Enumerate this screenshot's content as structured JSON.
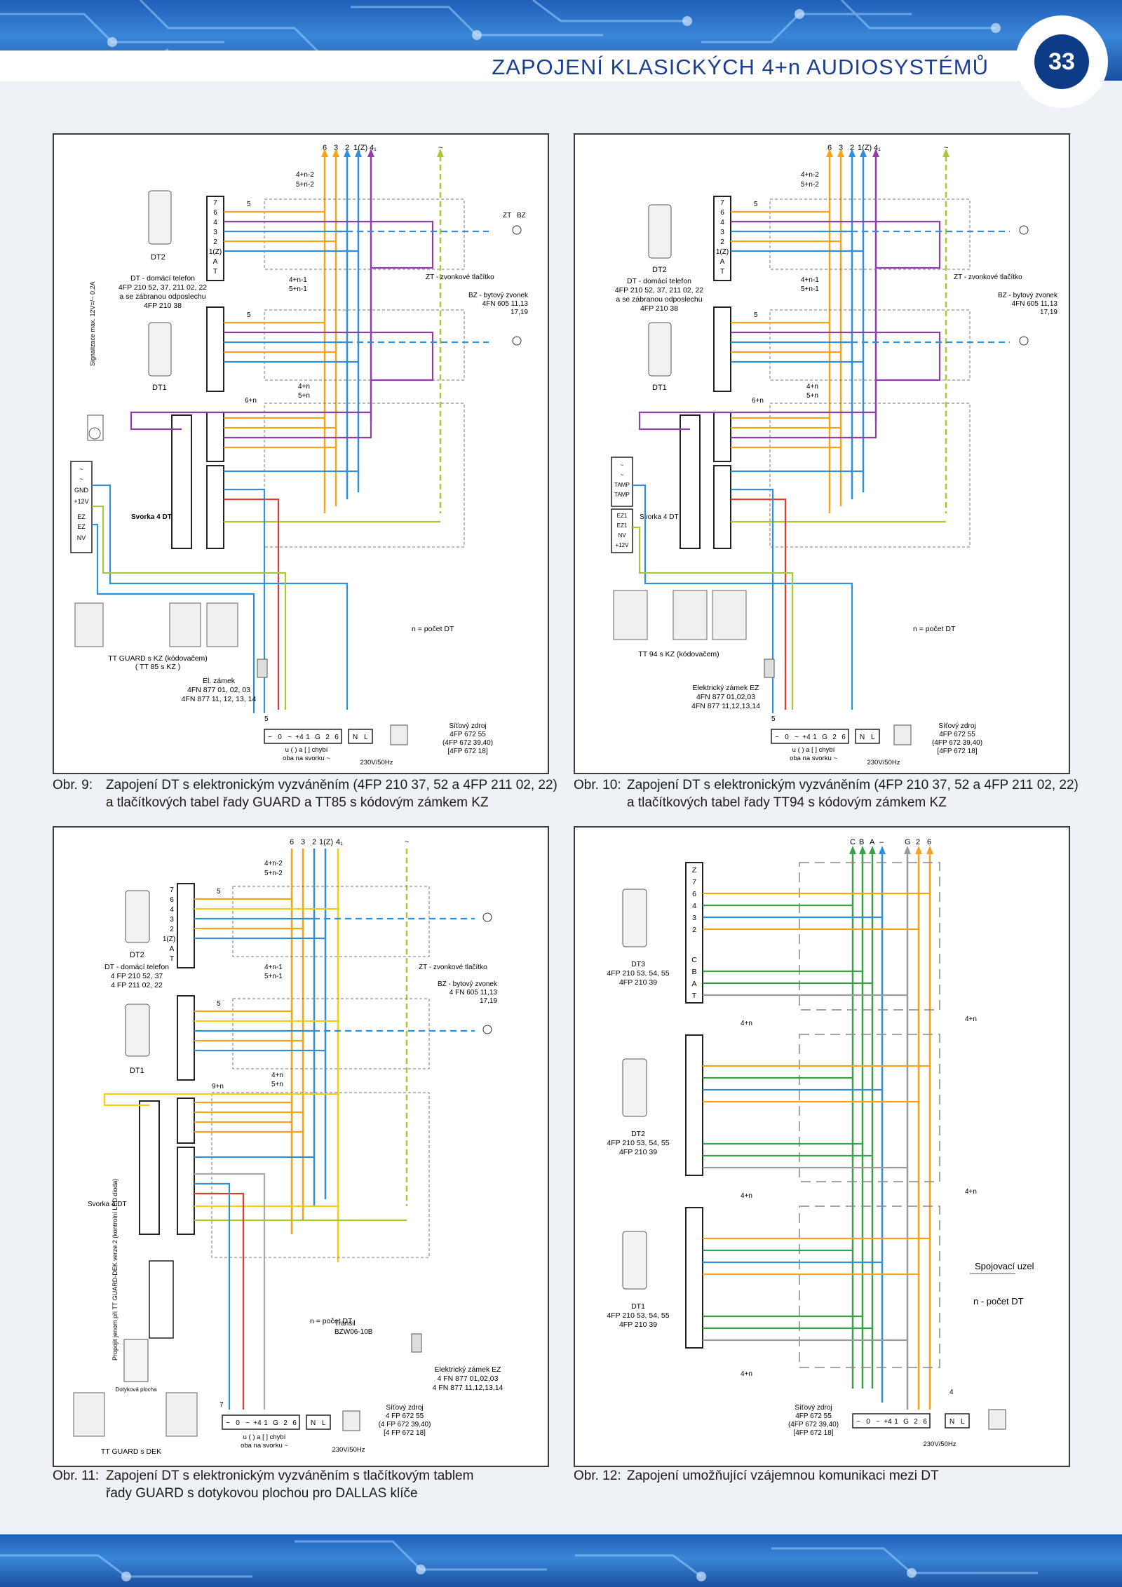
{
  "header": {
    "title": "ZAPOJENÍ KLASICKÝCH 4+n AUDIOSYSTÉMŮ",
    "page_number": "33"
  },
  "colors": {
    "blue_band": "#2f73c9",
    "title_blue": "#1d3f8f",
    "orange": "#f7a21b",
    "blue": "#2f8fd8",
    "purple": "#8e3ea8",
    "yellow": "#f2cf12",
    "lime": "#a8c933",
    "green": "#3aa048",
    "red": "#e03a2f",
    "gray": "#9a9a9a"
  },
  "figures": [
    {
      "caption_num": "Obr. 9:",
      "caption_line1": "Zapojení DT s elektronickým vyzváněním (4FP 210 37, 52 a 4FP 211 02, 22)",
      "caption_line2": "a tlačítkových tabel řady GUARD a TT85 s kódovým zámkem KZ",
      "top_terms": [
        "6",
        "3",
        "2",
        "1(Z)",
        "4₁",
        "~"
      ],
      "dt2_label": "DT2",
      "dt1_label": "DT1",
      "dt_desc": [
        "DT - domácí telefon",
        "4FP 210 52, 37, 211 02, 22",
        "a se zábranou odposlechu",
        "4FP 210 38"
      ],
      "terminal_labels": [
        "7",
        "6",
        "4",
        "3",
        "2",
        "1(Z)",
        "A",
        "T"
      ],
      "zt_label": "ZT - zvonkové tlačítko",
      "bz_label": "BZ - bytový zvonek",
      "bz_code": "4FN 605 11,13",
      "bz_code2": "17,19",
      "signal_label": "Signalizace max. 12V=/~ 0,2A",
      "svorka_label": "Svorka 4 DT",
      "left_terms": [
        "~",
        "~",
        "GND",
        "+12V",
        "EZ",
        "EZ",
        "NV"
      ],
      "kz_label": "TT GUARD s KZ (kódovačem)",
      "kz_label2": "( TT 85 s KZ )",
      "lock_label": [
        "El. zámek",
        "4FN 877 01, 02, 03",
        "4FN 877 11, 12, 13, 14"
      ],
      "n_label": "n = počet DT",
      "psu_label": [
        "Síťový zdroj",
        "4FP 672 55",
        "(4FP 672 39,40)",
        "[4FP 672 18]"
      ],
      "psu_terms": [
        "~",
        "0",
        "~",
        "+4",
        "1",
        "G",
        "2",
        "6"
      ],
      "psu_note": [
        "u ( ) a [ ] chybí",
        "oba na svorku ~"
      ],
      "mains": "230V/50Hz",
      "row_labels": [
        "4+n-2",
        "5+n-2",
        "4+n-1",
        "5+n-1",
        "4+n",
        "5+n",
        "6+n",
        "5",
        "5",
        "5"
      ]
    },
    {
      "caption_num": "Obr. 10:",
      "caption_line1": "Zapojení DT s elektronickým vyzváněním (4FP 210 37, 52 a 4FP 211 02, 22)",
      "caption_line2": "a tlačítkových tabel řady TT94 s kódovým zámkem KZ",
      "top_terms": [
        "6",
        "3",
        "2",
        "1(Z)",
        "4₁",
        "~"
      ],
      "dt2_label": "DT2",
      "dt1_label": "DT1",
      "dt_desc": [
        "DT - domácí telefon",
        "4FP 210 52, 37, 211 02, 22",
        "a se zábranou odposlechu",
        "4FP 210 38"
      ],
      "terminal_labels": [
        "7",
        "6",
        "4",
        "3",
        "2",
        "1(Z)",
        "A",
        "T"
      ],
      "zt_label": "ZT - zvonkové tlačítko",
      "bz_label": "BZ - bytový zvonek",
      "bz_code": "4FN 605 11,13",
      "bz_code2": "17,19",
      "svorka_label": "Svorka 4 DT",
      "left_terms": [
        "~",
        "~",
        "TAMP",
        "TAMP",
        "EZ1",
        "EZ1",
        "NV",
        "+12V"
      ],
      "kz_label": "TT 94 s KZ (kódovačem)",
      "lock_label": [
        "Elektrický zámek EZ",
        "4FN 877 01,02,03",
        "4FN 877 11,12,13,14"
      ],
      "n_label": "n = počet DT",
      "psu_label": [
        "Síťový zdroj",
        "4FP 672 55",
        "(4FP 672 39,40)",
        "[4FP 672 18]"
      ],
      "psu_terms": [
        "~",
        "0",
        "~",
        "+4",
        "1",
        "G",
        "2",
        "6"
      ],
      "psu_note": [
        "u ( ) a [ ] chybí",
        "oba na svorku ~"
      ],
      "mains": "230V/50Hz",
      "row_labels": [
        "4+n-2",
        "5+n-2",
        "4+n-1",
        "5+n-1",
        "4+n",
        "5+n",
        "6+n",
        "5",
        "5",
        "5"
      ]
    },
    {
      "caption_num": "Obr. 11:",
      "caption_line1": "Zapojení DT s elektronickým vyzváněním s tlačítkovým tablem",
      "caption_line2": "řady GUARD s dotykovou plochou pro DALLAS klíče",
      "top_terms": [
        "6",
        "3",
        "2",
        "1(Z)",
        "4₁",
        "~"
      ],
      "dt2_label": "DT2",
      "dt1_label": "DT1",
      "dt_desc": [
        "DT - domácí telefon",
        "4 FP 210 52, 37",
        "4 FP 211 02, 22"
      ],
      "terminal_labels": [
        "7",
        "6",
        "4",
        "3",
        "2",
        "1(Z)",
        "A",
        "T"
      ],
      "zt_label": "ZT - zvonkové tlačítko",
      "bz_label": "BZ - bytový zvonek",
      "bz_code": "4 FN 605 11,13",
      "bz_code2": "17,19",
      "svorka_label": "Svorka 4 DT",
      "jumper_label": "Propojit jenom při TT GUARD-DEK verze 2 (kontrolní LED dioda)",
      "touch_label": "Dotyková plocha",
      "transil_label": [
        "Transil",
        "BZW06-10B"
      ],
      "kz_label": "TT GUARD s DEK",
      "lock_label": [
        "Elektrický zámek EZ",
        "4 FN 877 01,02,03",
        "4 FN 877 11,12,13,14"
      ],
      "n_label": "n = počet DT",
      "psu_label": [
        "Síťový zdroj",
        "4 FP 672 55",
        "(4 FP 672 39,40)",
        "[4 FP 672 18]"
      ],
      "psu_terms": [
        "~",
        "0",
        "~",
        "+4",
        "1",
        "G",
        "2",
        "6"
      ],
      "psu_note": [
        "u ( ) a [ ] chybí",
        "oba na svorku ~"
      ],
      "mains": "230V/50Hz",
      "row_labels": [
        "4+n-2",
        "5+n-2",
        "4+n-1",
        "5+n-1",
        "4+n",
        "5+n",
        "9+n",
        "5",
        "5",
        "7"
      ]
    },
    {
      "caption_num": "Obr. 12:",
      "caption_line1": "Zapojení umožňující vzájemnou komunikaci mezi DT",
      "caption_line2": "",
      "top_terms": [
        "C",
        "B",
        "A",
        "–",
        "G",
        "2",
        "6"
      ],
      "terminal_labels": [
        "Z",
        "7",
        "6",
        "4",
        "3",
        "2",
        "C",
        "B",
        "A",
        "T"
      ],
      "dt3": {
        "label": "DT3",
        "code": "4FP 210 53, 54, 55",
        "code2": "4FP 210 39"
      },
      "dt2": {
        "label": "DT2",
        "code": "4FP 210 53, 54, 55",
        "code2": "4FP 210 39"
      },
      "dt1": {
        "label": "DT1",
        "code": "4FP 210 53, 54, 55",
        "code2": "4FP 210 39"
      },
      "bus_labels": [
        "4+n",
        "4+n",
        "4+n",
        "4+n",
        "4+n",
        "4"
      ],
      "node_label": "Spojovací uzel",
      "n_label": "n - počet DT",
      "psu_label": [
        "Síťový zdroj",
        "4FP 672 55",
        "(4FP 672 39,40)",
        "[4FP 672 18]"
      ],
      "psu_terms": [
        "~",
        "0",
        "~",
        "+4",
        "1",
        "G",
        "2",
        "6"
      ],
      "mains": "230V/50Hz"
    }
  ]
}
